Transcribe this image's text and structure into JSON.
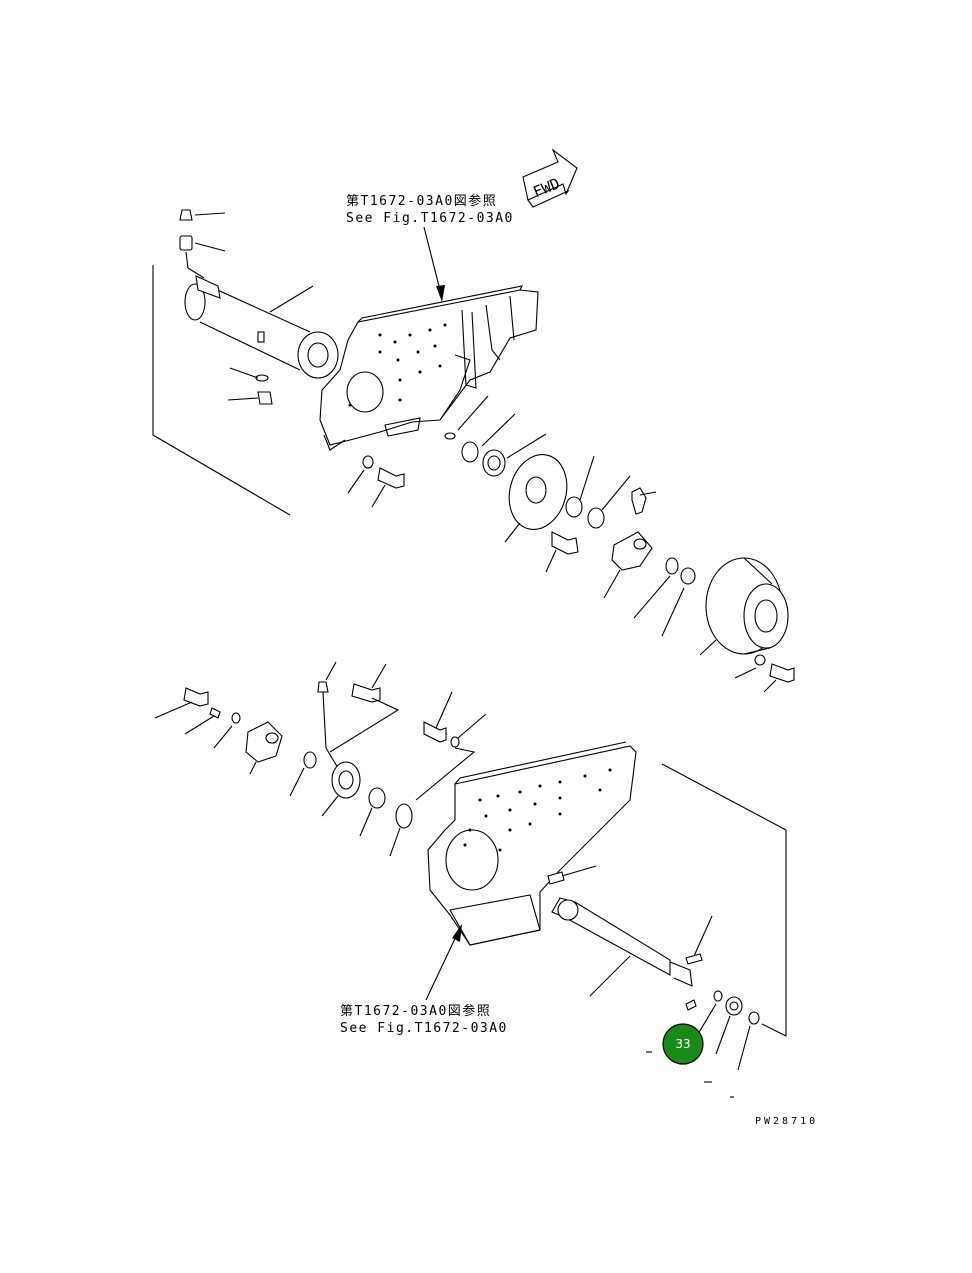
{
  "references": {
    "top_jp": "第T1672-03A0図参照",
    "top_en": "See Fig.T1672-03A0",
    "bottom_jp": "第T1672-03A0図参照",
    "bottom_en": "See Fig.T1672-03A0"
  },
  "fwd_label": "FWD",
  "callout": {
    "number": "33",
    "color": "#1a8a1a"
  },
  "drawing_code": "PW28710"
}
